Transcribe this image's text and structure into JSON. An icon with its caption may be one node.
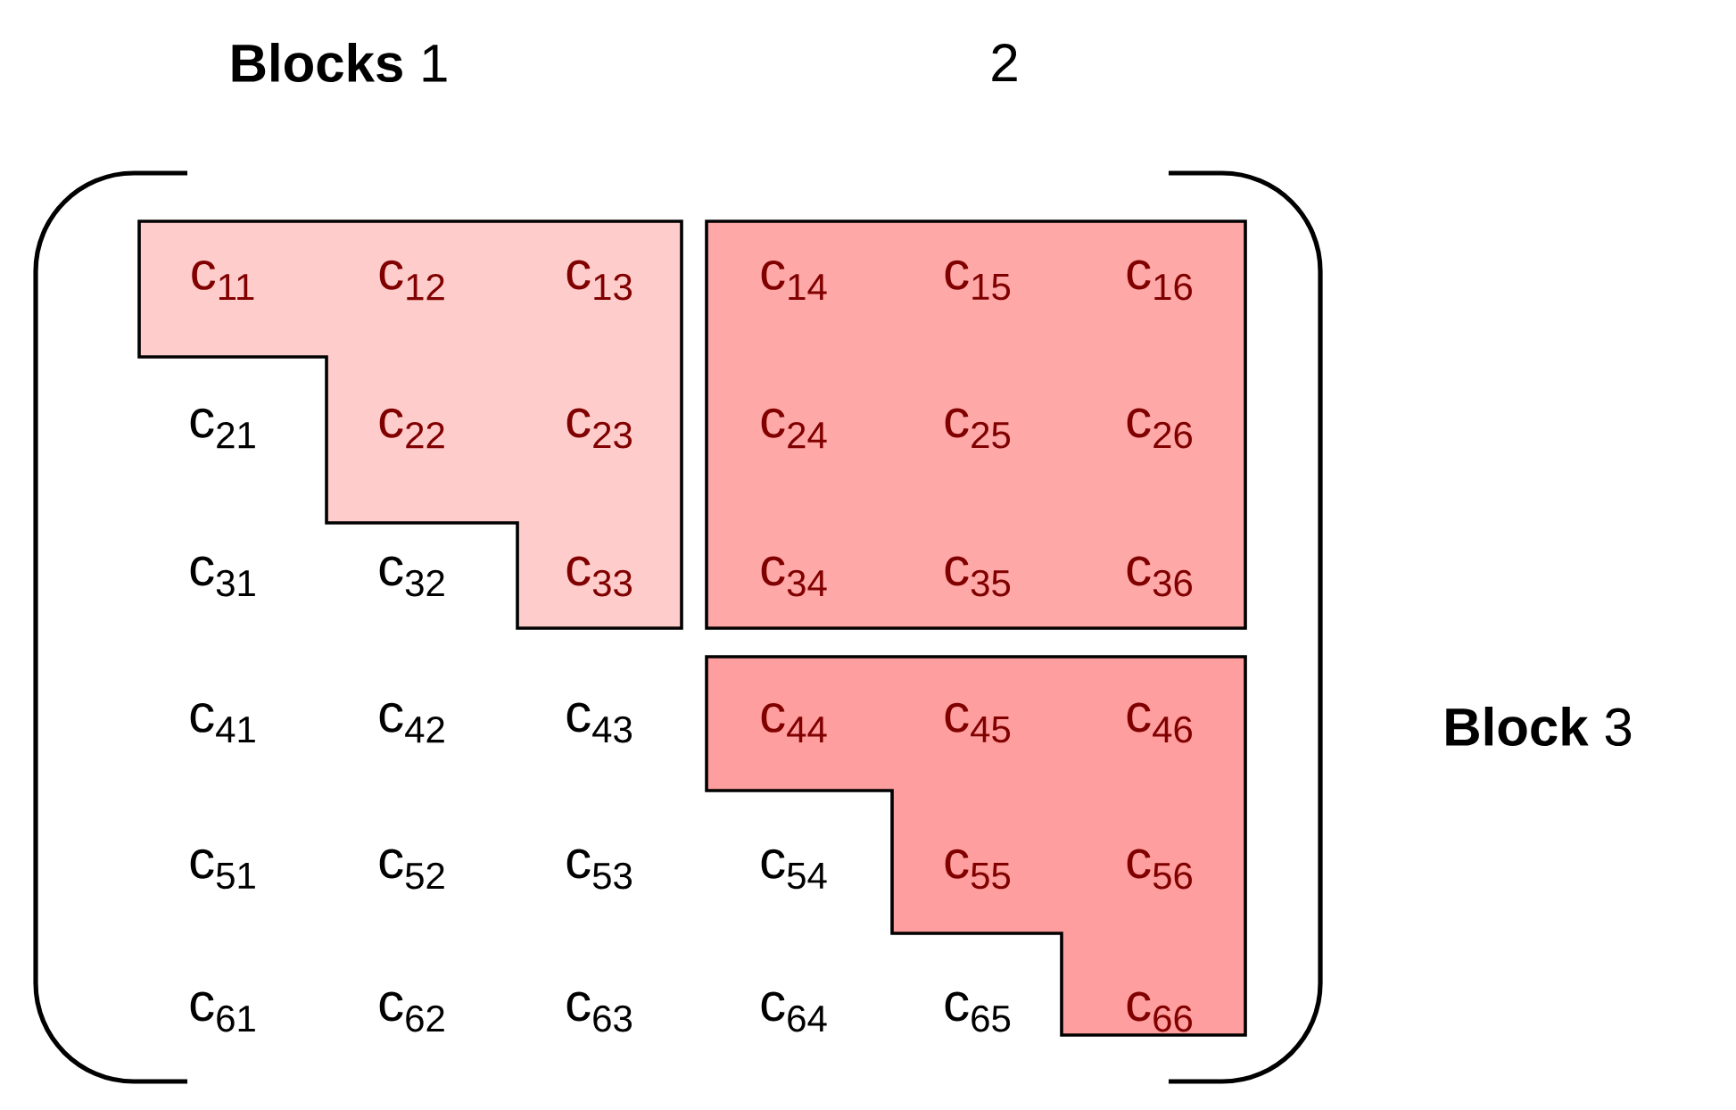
{
  "diagram": {
    "nodes": [
      {
        "text": [
          "c$_{11}$",
          "c$_{12}$",
          "c$_{13}$",
          "c$_{22}$",
          "c$_{23}$",
          "c$_{33}$"
        ]
      },
      {
        "text": [
          "c$_{14}$",
          "c$_{15}$",
          "c$_{16}$",
          "c$_{24}$",
          "c$_{25}$",
          "c$_{26}$",
          "c$_{34}$",
          "c$_{35}$",
          "c$_{36}$"
        ]
      },
      {
        "text": [
          "c$_{44}$",
          "c$_{45}$",
          "c$_{46}$",
          "c$_{55}$",
          "c$_{56}$",
          "c$_{66}$"
        ]
      }
    ],
    "labels": [
      "**Blocks** 1",
      "2",
      "c$_{21}$",
      "c$_{31}$",
      "c$_{32}$",
      "c$_{41}$",
      "c$_{42}$",
      "c$_{43}$",
      "**Block** 3",
      "c$_{51}$",
      "c$_{52}$",
      "c$_{53}$",
      "c$_{54}$",
      "c$_{61}$",
      "c$_{62}$",
      "c$_{63}$",
      "c$_{64}$",
      "c$_{65}$"
    ]
  }
}
